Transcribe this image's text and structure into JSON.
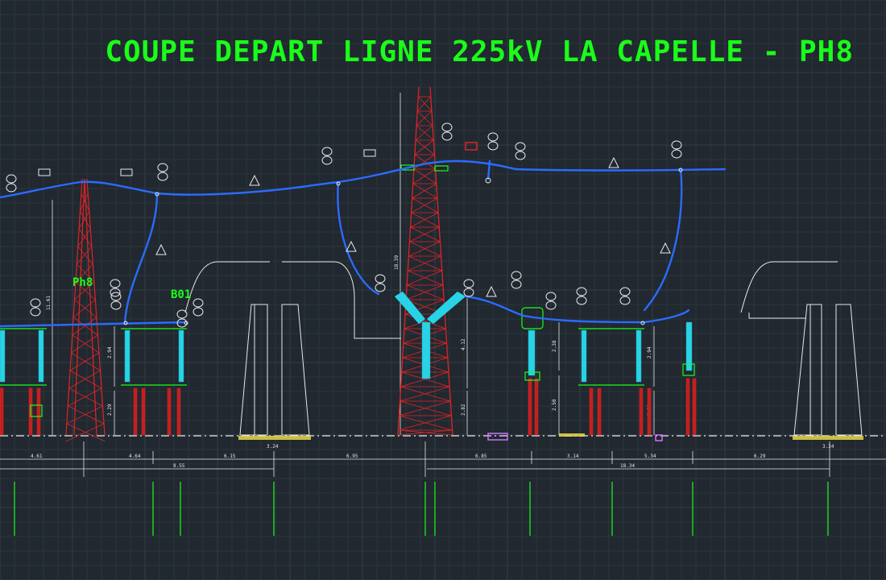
{
  "title": "COUPE DEPART LIGNE 225kV LA CAPELLE - PH8",
  "labels": {
    "ph8": "Ph8",
    "b01": "B01"
  },
  "colors": {
    "background": "#212830",
    "grid": "#2c3540",
    "title": "#19ff19",
    "conductor": "#2a6cff",
    "structure": "#e02424",
    "insulator": "#29d3e6",
    "outline": "#e8e8e8",
    "annotation": "#19ff19",
    "marker": "#d070ff",
    "base": "#e6d84a"
  }
}
